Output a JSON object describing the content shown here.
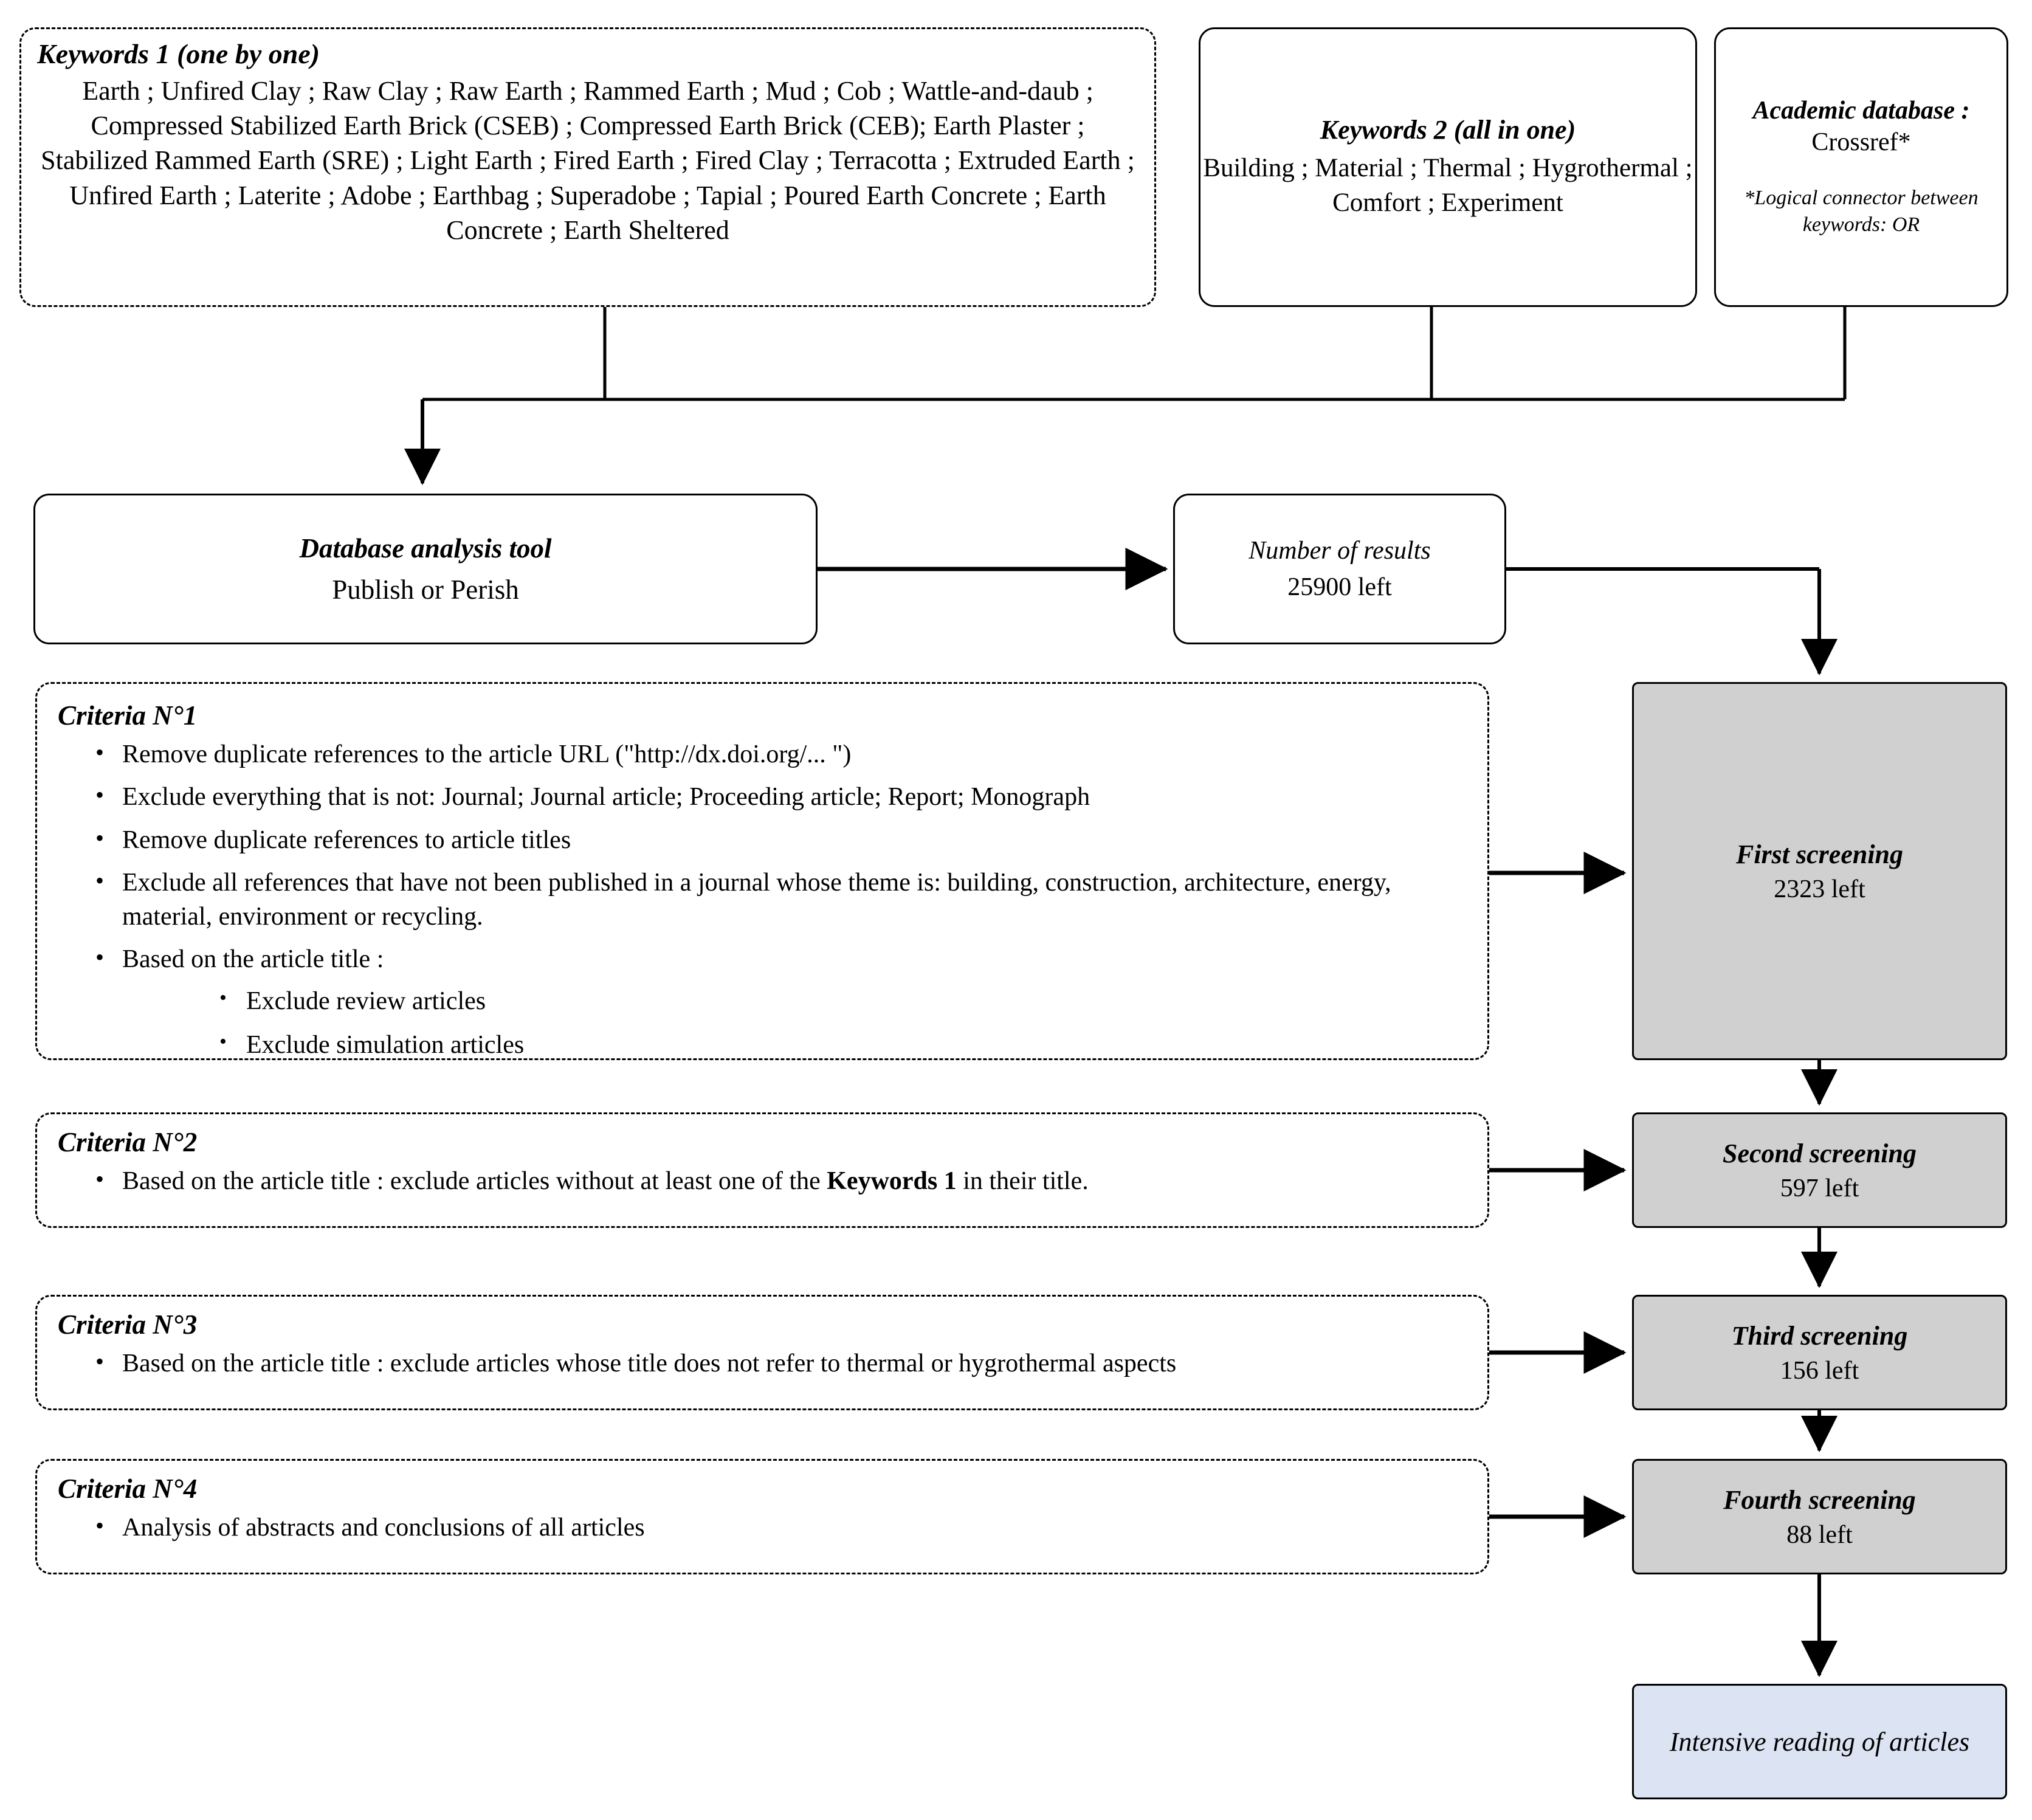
{
  "keywords1": {
    "title": "Keywords 1 (one by one)",
    "text": "Earth ; Unfired Clay ; Raw Clay ; Raw Earth ; Rammed Earth ; Mud ; Cob ; Wattle-and-daub ; Compressed Stabilized Earth Brick (CSEB) ; Compressed Earth Brick (CEB); Earth Plaster ; Stabilized Rammed Earth (SRE) ; Light Earth ; Fired Earth ; Fired Clay ; Terracotta ; Extruded Earth ; Unfired Earth ; Laterite ; Adobe ; Earthbag ; Superadobe ; Tapial ; Poured Earth Concrete ; Earth Concrete ; Earth Sheltered"
  },
  "keywords2": {
    "title": "Keywords 2 (all in one)",
    "text": "Building ; Material ; Thermal ; Hygrothermal ; Comfort ; Experiment"
  },
  "academic_database": {
    "title": "Academic database :",
    "value": "Crossref*",
    "note": "*Logical connector between keywords: OR"
  },
  "database_tool": {
    "title": "Database analysis tool",
    "value": "Publish  or Perish"
  },
  "results": {
    "title": "Number of results",
    "value": "25900 left"
  },
  "criteria": [
    {
      "title": "Criteria N°1",
      "items": [
        "Remove duplicate references to the article URL (\"http://dx.doi.org/... \")",
        "Exclude everything that is not: Journal; Journal article; Proceeding article; Report; Monograph",
        "Remove duplicate references to article titles",
        "Exclude all references that have not been published in a journal whose theme is: building, construction, architecture, energy, material, environment or recycling.",
        "Based on the article title :"
      ],
      "subitems": [
        "Exclude review articles",
        "Exclude simulation articles"
      ]
    },
    {
      "title": "Criteria N°2",
      "item_prefix": "Based on the article title : exclude articles without at least one of the ",
      "item_bold": "Keywords 1",
      "item_suffix": " in their title."
    },
    {
      "title": "Criteria N°3",
      "item": "Based on the article title : exclude articles whose title does not refer to thermal or hygrothermal aspects"
    },
    {
      "title": "Criteria N°4",
      "item": "Analysis of abstracts and conclusions of all articles"
    }
  ],
  "screenings": [
    {
      "title": "First screening",
      "value": "2323 left"
    },
    {
      "title": "Second screening",
      "value": "597 left"
    },
    {
      "title": "Third  screening",
      "value": "156 left"
    },
    {
      "title": "Fourth  screening",
      "value": "88 left"
    }
  ],
  "final": {
    "title": "Intensive reading of articles"
  },
  "colors": {
    "screening_fill": "#d0d0d0",
    "final_fill": "#dce3f2",
    "stroke": "#000000",
    "background": "#ffffff"
  }
}
